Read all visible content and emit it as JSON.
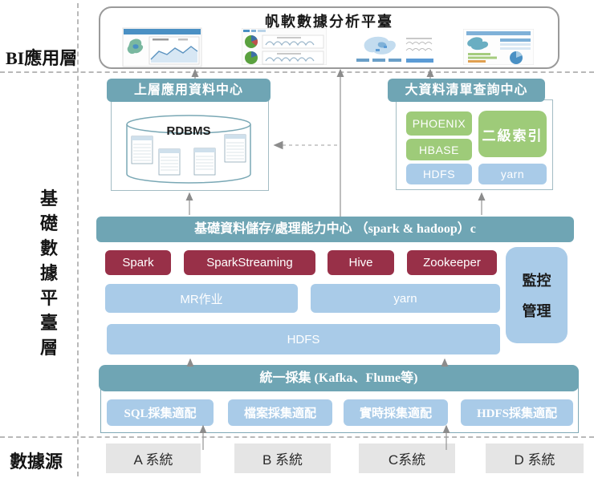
{
  "labels": {
    "bi_layer": "BI應用層",
    "platform_layer": "基礎數據平臺層",
    "data_source": "數據源"
  },
  "bi_platform": {
    "title": "帆軟數據分析平臺"
  },
  "upper_app_center": {
    "title": "上層應用資料中心",
    "database": "RDBMS"
  },
  "query_center": {
    "title": "大資料清單查詢中心",
    "phoenix": "PHOENIX",
    "hbase": "HBASE",
    "secondary_index": "二級索引",
    "hdfs": "HDFS",
    "yarn": "yarn"
  },
  "storage_center": {
    "title": "基礎資料儲存/處理能力中心 （spark & hadoop）c",
    "engines": [
      "Spark",
      "SparkStreaming",
      "Hive",
      "Zookeeper"
    ],
    "mr_job": "MR作业",
    "yarn": "yarn",
    "hdfs": "HDFS",
    "monitor_lines": [
      "監控",
      "管理"
    ]
  },
  "collection": {
    "title": "統一採集 (Kafka、Flume等)",
    "adapters": [
      "SQL採集適配",
      "檔案採集適配",
      "實時採集適配",
      "HDFS採集適配"
    ]
  },
  "sources": [
    "A 系統",
    "B 系統",
    "C系統",
    "D 系統"
  ],
  "colors": {
    "teal": "#6fa5b4",
    "light_blue": "#a9cbe8",
    "green": "#9ecb79",
    "maroon": "#983048",
    "source_gray": "#e5e5e5"
  }
}
